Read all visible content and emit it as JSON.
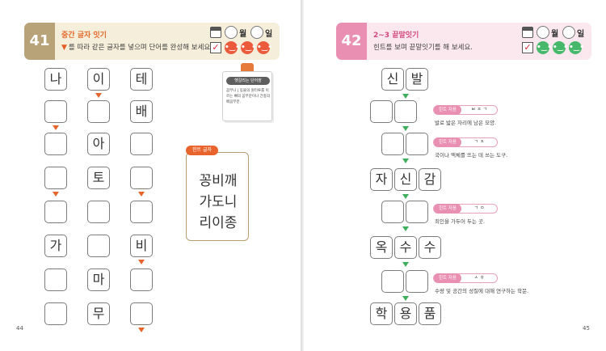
{
  "left": {
    "number": "41",
    "title": "중간 글자 잇기",
    "subtitle": "를 따라 같은 글자를 넣으며 단어를 완성해 보세요.",
    "date": {
      "month": "월",
      "day": "일"
    },
    "columns": [
      [
        "나",
        "",
        "",
        "",
        "",
        "가",
        "",
        ""
      ],
      [
        "이",
        "",
        "아",
        "토",
        "",
        "",
        "마",
        "무"
      ],
      [
        "테",
        "배",
        "",
        "",
        "",
        "비",
        "",
        ""
      ]
    ],
    "memo": {
      "title": "헷갈리는 단어장",
      "text": "꼼부니 | 동물의 원터루를 이르는 뼈의 꼼부분이나 간종의 배꼼부분."
    },
    "hint": {
      "tag": "힌트 글자",
      "rows": [
        "꽁비깨",
        "가도니",
        "리이종"
      ]
    },
    "page_number": "44"
  },
  "right": {
    "number": "42",
    "title": "2~3 끝말잇기",
    "subtitle": "힌트를 보며 끝말잇기를 해 보세요.",
    "date": {
      "month": "월",
      "day": "일"
    },
    "rows": [
      [
        "신",
        "발",
        ""
      ],
      [
        "",
        "",
        ""
      ],
      [
        "",
        "",
        ""
      ],
      [
        "자",
        "신",
        "감"
      ],
      [
        "",
        "",
        ""
      ],
      [
        "옥",
        "수",
        "수"
      ],
      [
        "",
        "",
        ""
      ],
      [
        "학",
        "용",
        "품"
      ]
    ],
    "hints": [
      {
        "label": "힌트 자음",
        "value": "ㅂ ㅈ ㄱ",
        "desc": "발로 밟은 자리에 남은 모양."
      },
      {
        "label": "힌트 자음",
        "value": "ㄱ ㅈ",
        "desc": "국이나 액체를 뜨는 데 쓰는 도구."
      },
      {
        "label": "힌트 자음",
        "value": "ㄱ ㅇ",
        "desc": "죄인을 가두어 두는 곳."
      },
      {
        "label": "힌트 자음",
        "value": "ㅅ ㅎ",
        "desc": "수량 및 공간의 성질에 대해 연구하는 학문."
      }
    ],
    "page_number": "45"
  },
  "colors": {
    "orange": "#e6642c",
    "green": "#3eae5d",
    "pink": "#e98fb1",
    "tan": "#b8a278"
  }
}
